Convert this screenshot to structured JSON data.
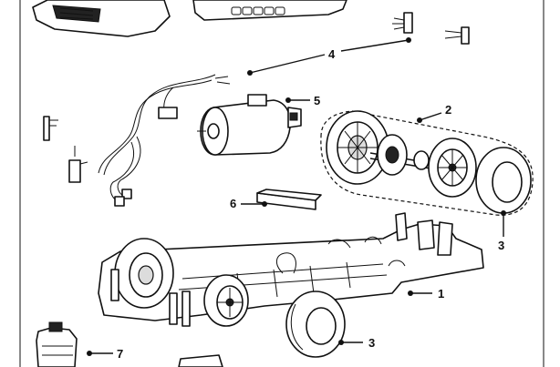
{
  "diagram": {
    "callouts": [
      {
        "id": "body",
        "label": ""
      },
      {
        "id": "motor-cable",
        "label": "4"
      },
      {
        "id": "motor",
        "label": "5"
      },
      {
        "id": "rear-axle-assembly",
        "label": "2"
      },
      {
        "id": "rear-tyre",
        "label": "3"
      },
      {
        "id": "weight",
        "label": "6"
      },
      {
        "id": "chassis",
        "label": "1"
      },
      {
        "id": "front-tyre",
        "label": "3"
      },
      {
        "id": "guide",
        "label": "7"
      }
    ]
  }
}
